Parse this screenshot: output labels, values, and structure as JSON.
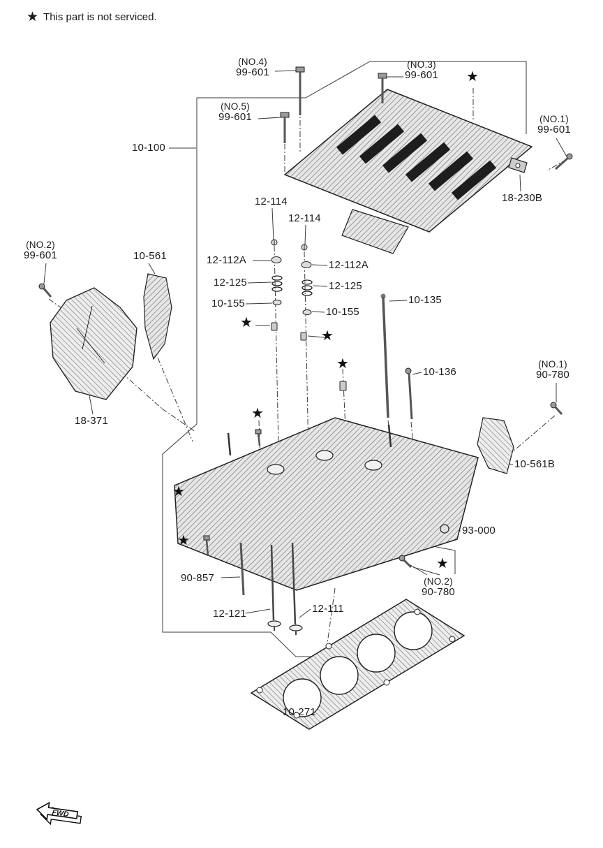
{
  "note": {
    "symbol": "★",
    "text": "This part is not serviced."
  },
  "star": "★",
  "fwd_label": "FWD",
  "colors": {
    "line": "#1b1b1b",
    "hatch_bg": "#e6e6e6"
  },
  "callouts": {
    "no4_99601": {
      "no": "(NO.4)",
      "num": "99-601"
    },
    "no3_99601": {
      "no": "(NO.3)",
      "num": "99-601"
    },
    "no5_99601": {
      "no": "(NO.5)",
      "num": "99-601"
    },
    "no1_99601": {
      "no": "(NO.1)",
      "num": "99-601"
    },
    "no2_99601": {
      "no": "(NO.2)",
      "num": "99-601"
    },
    "no1_90780": {
      "no": "(NO.1)",
      "num": "90-780"
    },
    "no2_90780": {
      "no": "(NO.2)",
      "num": "90-780"
    },
    "p10_100": "10-100",
    "p18_230B": "18-230B",
    "p12_114a": "12-114",
    "p12_114b": "12-114",
    "p12_112A_l": "12-112A",
    "p12_112A_r": "12-112A",
    "p12_125_l": "12-125",
    "p12_125_r": "12-125",
    "p10_155_l": "10-155",
    "p10_155_r": "10-155",
    "p10_135": "10-135",
    "p10_561": "10-561",
    "p10_136": "10-136",
    "p18_371": "18-371",
    "p10_561B": "10-561B",
    "p93_000": "93-000",
    "p90_857": "90-857",
    "p12_121": "12-121",
    "p12_111": "12-111",
    "p10_271": "10-271"
  }
}
